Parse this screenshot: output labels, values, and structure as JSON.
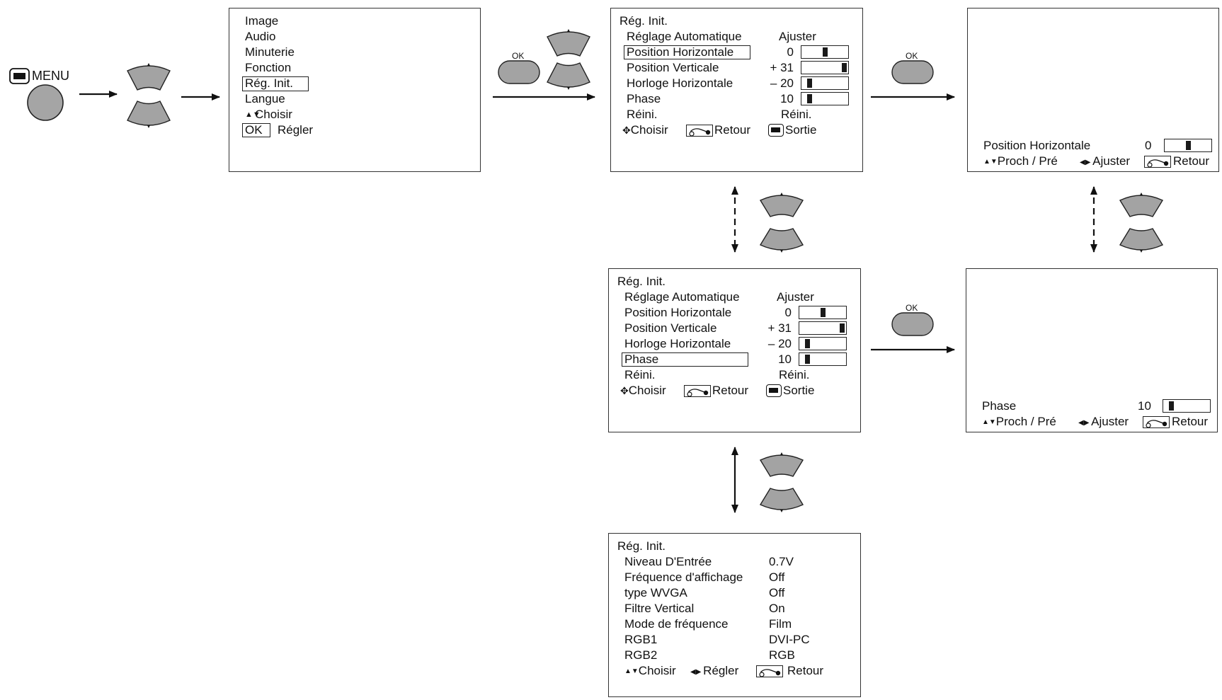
{
  "remote": {
    "menu_label": "MENU",
    "ok_label": "OK"
  },
  "main_menu": {
    "items": [
      "Image",
      "Audio",
      "Minuterie",
      "Fonction",
      "Rég. Init.",
      "Langue"
    ],
    "choose": "Choisir",
    "ok_key": "OK",
    "ok_action": "Régler"
  },
  "init_menu": {
    "title": "Rég. Init.",
    "rows": [
      {
        "label": "Réglage Automatique",
        "value": "Ajuster"
      },
      {
        "label": "Position Horizontale",
        "value": "0",
        "level": 0.5
      },
      {
        "label": "Position Verticale",
        "value": "+ 31",
        "level": 1.0
      },
      {
        "label": "Horloge Horizontale",
        "value": "– 20",
        "level": 0.1
      },
      {
        "label": "Phase",
        "value": "10",
        "level": 0.1
      },
      {
        "label": "Réini.",
        "value": "Réini."
      }
    ],
    "footer": {
      "choose": "Choisir",
      "back": "Retour",
      "exit": "Sortie"
    }
  },
  "adjust_h": {
    "label": "Position Horizontale",
    "value": "0",
    "level": 0.5,
    "footer": {
      "next_prev": "Proch / Pré",
      "adjust": "Ajuster",
      "back": "Retour"
    }
  },
  "adjust_phase": {
    "label": "Phase",
    "value": "10",
    "level": 0.1,
    "footer": {
      "next_prev": "Proch / Pré",
      "adjust": "Ajuster",
      "back": "Retour"
    }
  },
  "init_menu_2": {
    "title": "Rég. Init.",
    "rows": [
      {
        "label": "Niveau D'Entrée",
        "value": "0.7V"
      },
      {
        "label": "Fréquence d'affichage",
        "value": "Off"
      },
      {
        "label": "type WVGA",
        "value": "Off"
      },
      {
        "label": "Filtre Vertical",
        "value": "On"
      },
      {
        "label": "Mode de fréquence",
        "value": "Film"
      },
      {
        "label": "RGB1",
        "value": "DVI-PC"
      },
      {
        "label": "RGB2",
        "value": "RGB"
      }
    ],
    "footer": {
      "choose": "Choisir",
      "set": "Régler",
      "back": "Retour"
    }
  }
}
